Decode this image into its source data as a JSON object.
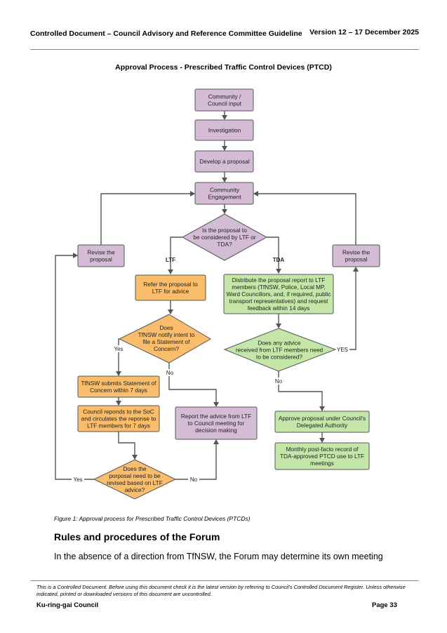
{
  "header": {
    "title": "Controlled Document – Council Advisory and Reference Committee Guideline",
    "version": "Version 12 – 17 December 2025"
  },
  "figure": {
    "title": "Approval Process - Prescribed Traffic Control Devices (PTCD)",
    "caption": "Figure 1: Approval process for Prescribed Traffic Control Devices (PTCDs)",
    "colors": {
      "purple_fill": "#d5bcd6",
      "orange_fill": "#f9bd6b",
      "green_fill": "#c4e6a8",
      "stroke": "#555555"
    },
    "nodes": {
      "community_input": [
        "Community /",
        "Council input"
      ],
      "investigation": [
        "Investigation"
      ],
      "develop": [
        "Develop a proposal"
      ],
      "engagement": [
        "Community",
        "Engagement"
      ],
      "ltf_or_tda": [
        "Is the proposal to",
        "be considered by LTF or",
        "TDA?"
      ],
      "revise_left": [
        "Revise the",
        "proposal"
      ],
      "revise_right": [
        "Revise the",
        "proposal"
      ],
      "refer_ltf": [
        "Refer the proposal to",
        "LTF for advice"
      ],
      "distribute": [
        "Distribute the proposal report to LTF",
        "members (TfNSW, Police, Local MP,",
        "Ward Councillors, and, if required, public",
        "transport representatives) and request",
        "feedback within 14 days"
      ],
      "tfnsw_intent": [
        "Does",
        "TfNSW notify intent to",
        "file a Statement of",
        "Concern?"
      ],
      "advice_considered": [
        "Does any advice",
        "received from LTF members need",
        "to be considered?"
      ],
      "tfnsw_submits": [
        "TfNSW submits Statement of",
        "Concern within 7 days"
      ],
      "council_responds": [
        "Council reponds to the SoC",
        "and circulates the reponse to",
        "LTF members for 7 days"
      ],
      "report_advice": [
        "Report the advice from LTF",
        "to Council meeting for",
        "decision making"
      ],
      "approve": [
        "Approve proposal under Council's",
        "Delegated Authority"
      ],
      "monthly": [
        "Monthly post-facto record of",
        "TDA-approved PTCD use to LTF",
        "meetings"
      ],
      "revise_needed": [
        "Does the",
        "porposal need to be",
        "revised based on LTF",
        "advice?"
      ]
    },
    "edge_labels": {
      "ltf": "LTF",
      "tda": "TDA",
      "yes_soc": "Yes",
      "no_soc": "No",
      "yes_advice": "YES",
      "no_advice": "No",
      "yes_revise": "Yes",
      "no_revise": "No"
    }
  },
  "section": {
    "heading": "Rules and procedures of the Forum",
    "paragraph": "In the absence of a direction from TfNSW, the Forum may determine its own meeting"
  },
  "footer": {
    "note": "This is a Controlled Document. Before using this document check it is the latest version by referring to Council's Controlled Document Register. Unless otherwise indicated, printed or downloaded versions of this document are uncontrolled.",
    "organisation": "Ku-ring-gai Council",
    "page": "Page 33"
  }
}
